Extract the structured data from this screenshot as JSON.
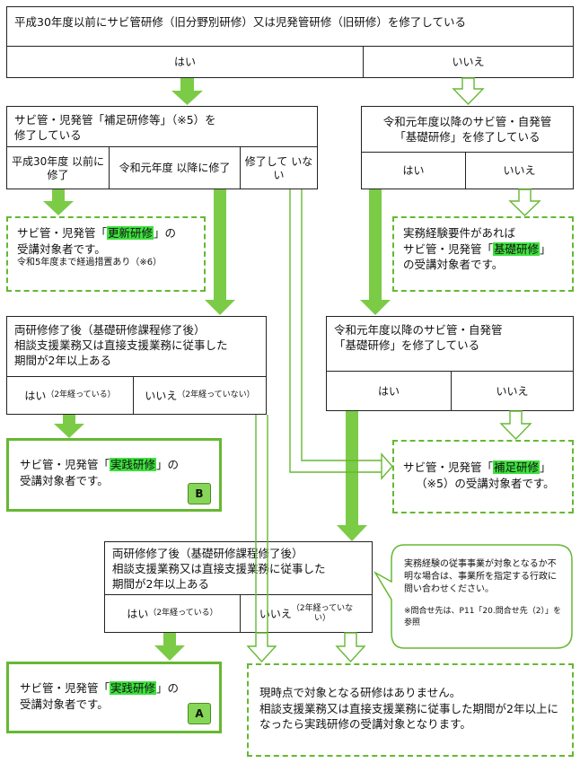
{
  "top": {
    "question": "平成30年度以前にサビ管研修（旧分野別研修）又は児発管研修（旧研修）を修了している",
    "yes": "はい",
    "no": "いいえ"
  },
  "left_q": {
    "question": "サビ管・児発管「補足研修等」（※5）を\n修了している",
    "opt1": "平成30年度\n以前に修了",
    "opt2": "令和元年度\n以降に修了",
    "opt3": "修了して\nいない"
  },
  "right_q1": {
    "question": "令和元年度以降のサビ管・自発管\n「基礎研修」を修了している",
    "yes": "はい",
    "no": "いいえ"
  },
  "result_update": {
    "line1_pre": "サビ管・児発管「",
    "line1_hl": "更新研修",
    "line1_post": "」の",
    "line2": "受講対象者です。",
    "note": "令和5年度まで経過措置あり（※6）"
  },
  "result_basic": {
    "line1": "実務経験要件があれば",
    "line2_pre": "サビ管・児発管「",
    "line2_hl": "基礎研修",
    "line2_post": "」",
    "line3": "の受講対象者です。"
  },
  "mid_left_q": {
    "question": "両研修修了後（基礎研修課程修了後）\n相談支援業務又は直接支援業務に従事した\n期間が2年以上ある",
    "yes": "はい",
    "yes_note": "（2年経っている）",
    "no": "いいえ",
    "no_note": "（2年経っていない）"
  },
  "right_q2": {
    "question": "令和元年度以降のサビ管・自発管\n「基礎研修」を修了している",
    "yes": "はい",
    "no": "いいえ"
  },
  "result_practice_b": {
    "line1_pre": "サビ管・児発管「",
    "line1_hl": "実践研修",
    "line1_post": "」の",
    "line2": "受講対象者です。",
    "badge": "B"
  },
  "result_supplement": {
    "line1_pre": "サビ管・児発管「",
    "line1_hl": "補足研修",
    "line1_post": "」",
    "line2": "（※5）の受講対象者です。"
  },
  "bottom_q": {
    "question": "両研修修了後（基礎研修課程修了後）\n相談支援業務又は直接支援業務に従事した\n期間が2年以上ある",
    "yes": "はい",
    "yes_note": "（2年経っている）",
    "no": "いいえ",
    "no_note": "（2年経っていな\nい）"
  },
  "callout": {
    "text": "実務経験の従事事業が対象となるか不明な場合は、事業所を指定する行政に問い合わせください。",
    "ref": "※問合せ先は、P11「20.問合せ先（2）」を参照"
  },
  "result_practice_a": {
    "line1_pre": "サビ管・児発管「",
    "line1_hl": "実践研修",
    "line1_post": "」の",
    "line2": "受講対象者です。",
    "badge": "A"
  },
  "result_none": {
    "line1": "現時点で対象となる研修はありません。",
    "line2": "相談支援業務又は直接支援業務に従事した期間が2年以上になったら実践研修の受講対象となります。"
  },
  "colors": {
    "green": "#66b832",
    "highlight": "#3ee03e",
    "badge": "#86d657"
  }
}
